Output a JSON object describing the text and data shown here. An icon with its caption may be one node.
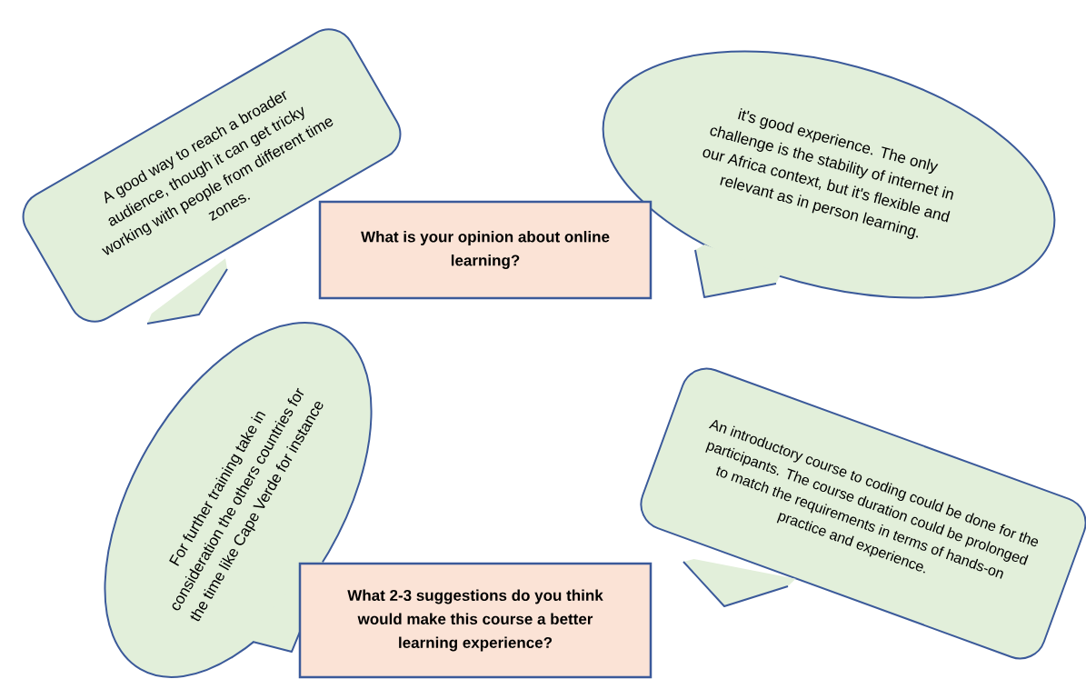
{
  "diagram": {
    "nodes": [
      {
        "text": [
          "A good way to reach a broader audience, though it can get tricky working with people from different time zones."
        ]
      },
      {
        "text": [
          "it's good experience. The only challenge is the stability of internet in our Africa context, but it's flexible and relevant as in person learning."
        ]
      },
      {
        "text": [
          "What is your opinion about online learning?"
        ]
      },
      {
        "text": [
          "For further training take in consideration the others countries  for the time like Cape Verde for instance"
        ]
      },
      {
        "text": [
          "An introductory course to coding could be done for the participants. The course duration could be prolonged to match the requirements in terms of hands-on practice and experience."
        ]
      },
      {
        "text": [
          "What 2-3 suggestions do you think would make this course a better learning experience?"
        ]
      }
    ]
  }
}
